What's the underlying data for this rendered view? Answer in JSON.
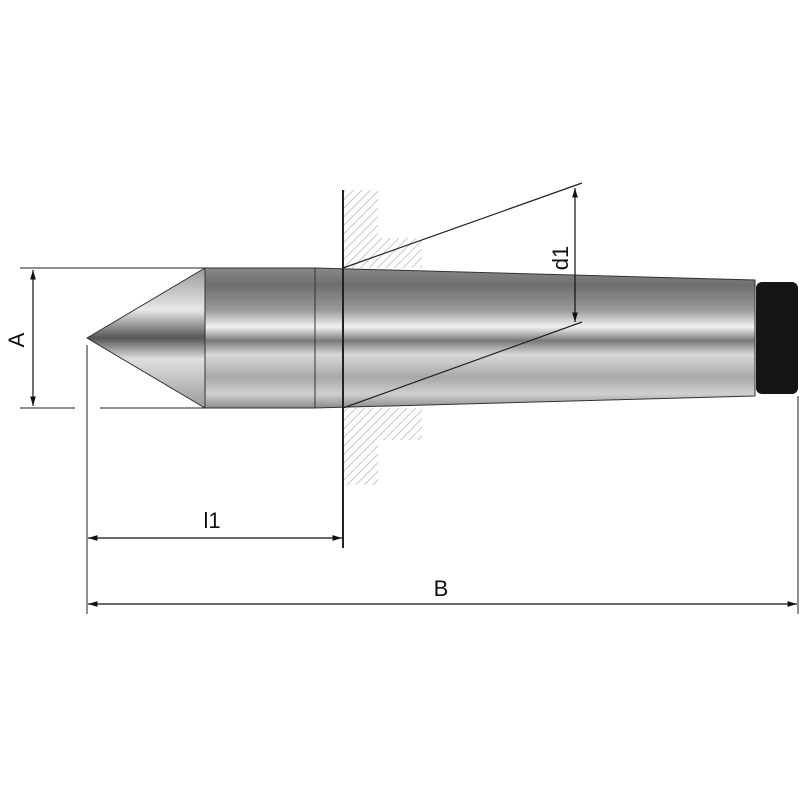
{
  "dimensions": {
    "A": "A",
    "d1": "d1",
    "l1": "l1",
    "B": "B"
  },
  "colors": {
    "line": "#222222",
    "hatch": "#b8b8b8",
    "body_dark": "#6e6e6e",
    "body_light": "#f2f2f2",
    "end_cap": "#151515"
  }
}
